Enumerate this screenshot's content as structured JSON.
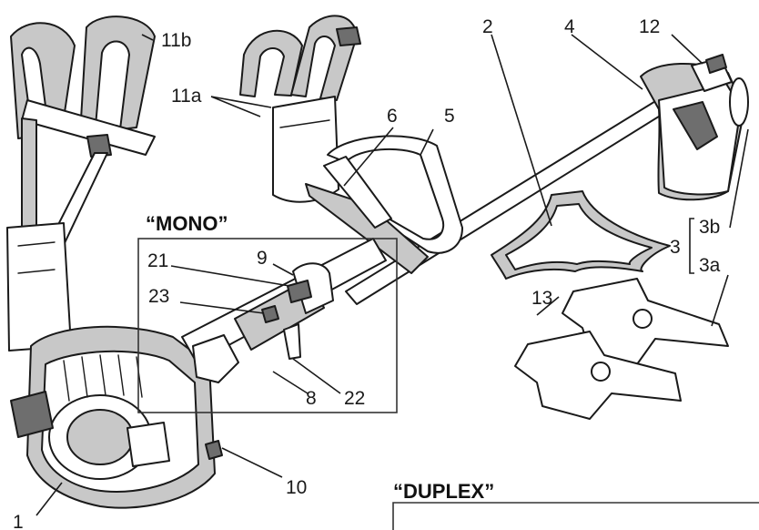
{
  "headings": {
    "mono": "“MONO”",
    "duplex": "“DUPLEX”"
  },
  "labels": {
    "l1": "1",
    "l2": "2",
    "l3": "3",
    "l3a": "3a",
    "l3b": "3b",
    "l4": "4",
    "l5": "5",
    "l6": "6",
    "l8": "8",
    "l9": "9",
    "l10": "10",
    "l11a": "11a",
    "l11b": "11b",
    "l12": "12",
    "l13": "13",
    "l21": "21",
    "l22": "22",
    "l23": "23"
  },
  "colors": {
    "line": "#1a1a1a",
    "shade": "#c8c8c8",
    "dark": "#6e6e6e",
    "background": "#ffffff"
  }
}
